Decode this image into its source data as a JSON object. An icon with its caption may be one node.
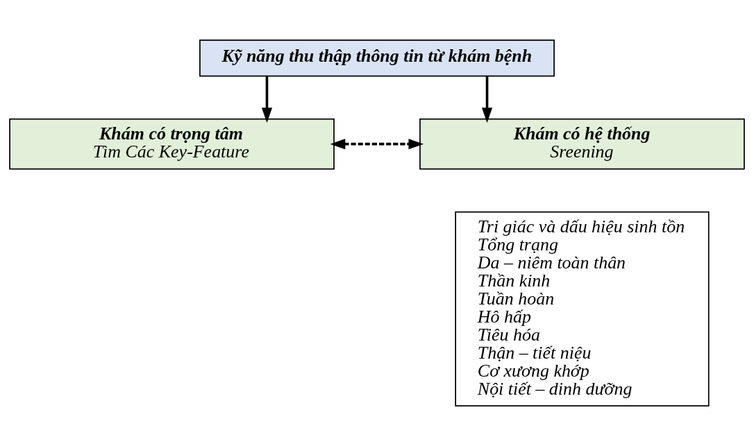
{
  "diagram": {
    "nodes": [
      {
        "text": [
          "Kỹ năng thu thập thông tin từ khám bệnh"
        ]
      },
      {
        "text": [
          "Khám có trọng tâm",
          "Tìm Các Key-Feature"
        ]
      },
      {
        "text": [
          "Khám có hệ thống",
          "Sreening"
        ]
      },
      {
        "text": [
          "Tri giác và dấu hiệu sinh tồn",
          "Tổng trạng",
          "Da – niêm toàn thân",
          "Thần kinh",
          "Tuần hoàn",
          "Hô hấp",
          "Tiêu hóa",
          "Thận – tiết niệu",
          "Cơ xương khớp",
          "Nội tiết – dinh dưỡng"
        ]
      }
    ],
    "edges": [
      {
        "from": 0,
        "to": 1,
        "arrow": "to"
      },
      {
        "from": 0,
        "to": 2,
        "arrow": "to"
      },
      {
        "from": 1,
        "to": 2,
        "arrow": "both",
        "style": "dashed"
      }
    ]
  }
}
